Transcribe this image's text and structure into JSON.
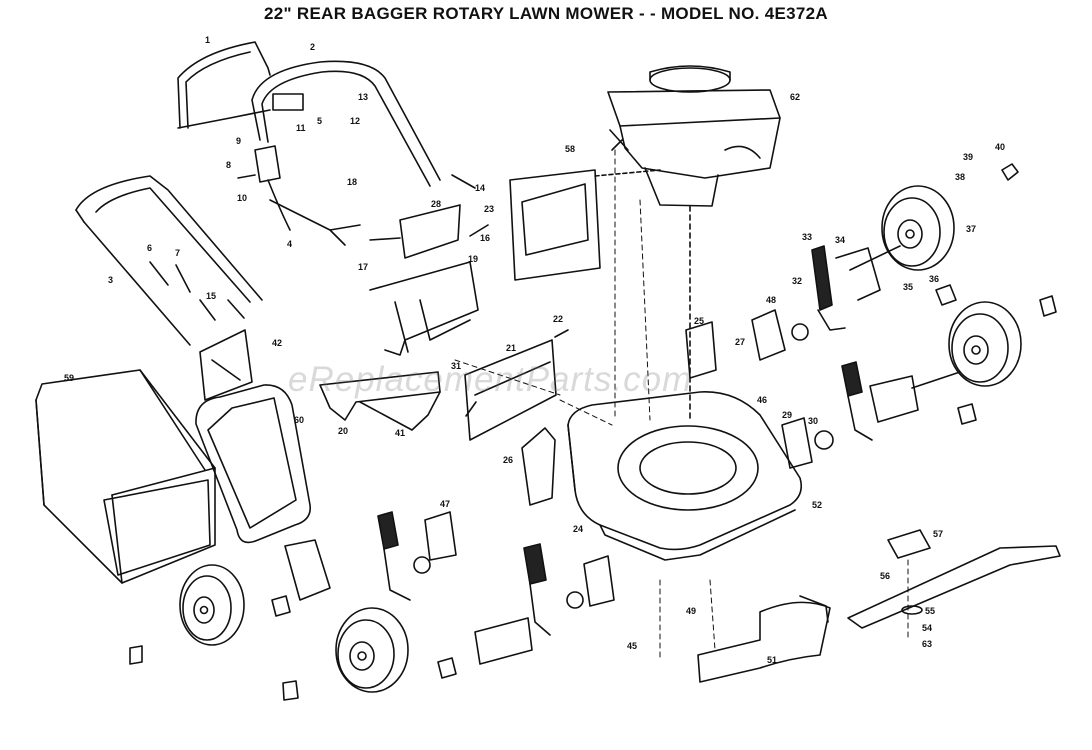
{
  "title": "22\" REAR BAGGER ROTARY LAWN MOWER - - MODEL NO. 4E372A",
  "watermark": "eReplacementParts.com",
  "part_labels": [
    "1",
    "2",
    "3",
    "4",
    "5",
    "6",
    "7",
    "8",
    "9",
    "10",
    "11",
    "12",
    "13",
    "14",
    "15",
    "16",
    "17",
    "18",
    "19",
    "20",
    "21",
    "22",
    "23",
    "24",
    "25",
    "26",
    "27",
    "28",
    "29",
    "30",
    "31",
    "32",
    "33",
    "34",
    "35",
    "36",
    "37",
    "38",
    "39",
    "40",
    "41",
    "42",
    "45",
    "46",
    "47",
    "48",
    "49",
    "51",
    "52",
    "54",
    "55",
    "56",
    "57",
    "58",
    "59",
    "60",
    "62",
    "63"
  ],
  "colors": {
    "ink": "#111111",
    "background": "#ffffff",
    "watermark": "#9a9a9a"
  }
}
